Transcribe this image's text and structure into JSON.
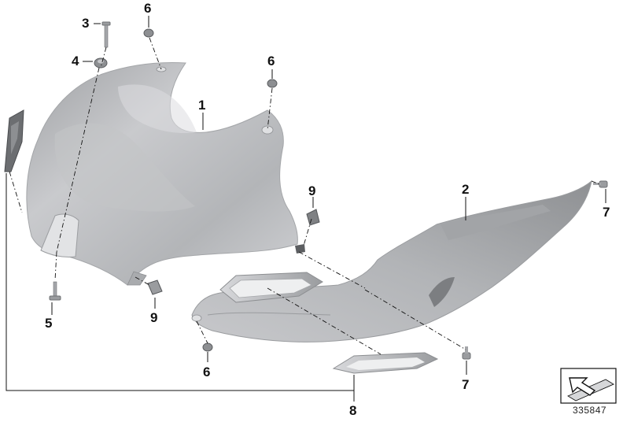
{
  "callouts": {
    "c1": "1",
    "c2": "2",
    "c3": "3",
    "c4": "4",
    "c5": "5",
    "c6_top": "6",
    "c6_mid": "6",
    "c6_bottom": "6",
    "c7_right": "7",
    "c7_bottom": "7",
    "c8": "8",
    "c9_upper": "9",
    "c9_lower": "9"
  },
  "reference_number": "335847",
  "colors": {
    "part_fill": "#b4b6b9",
    "part_shadow": "#8f9194",
    "part_highlight": "#dcdde0",
    "leader_line": "#111111"
  },
  "icons": {
    "catalog_symbol": "arrow-on-panel-icon"
  }
}
